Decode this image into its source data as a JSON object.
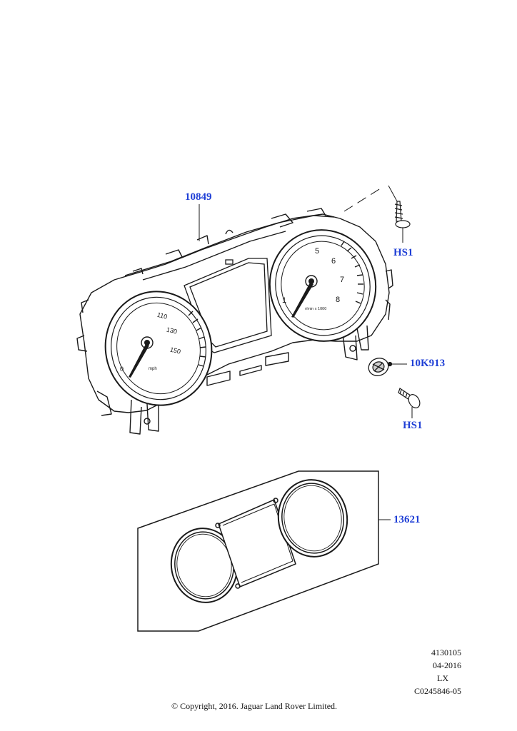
{
  "callouts": {
    "instrument_cluster": "10849",
    "screw_top": "HS1",
    "clip": "10K913",
    "screw_bottom": "HS1",
    "bezel": "13621"
  },
  "gauges": {
    "speedometer": {
      "ticks": [
        "0",
        "110",
        "130",
        "150"
      ],
      "unit": "mph"
    },
    "tachometer": {
      "ticks": [
        "1",
        "5",
        "6",
        "7",
        "8"
      ],
      "unit": "r/min x 1000"
    }
  },
  "metadata": {
    "ref": "4130105",
    "date": "04-2016",
    "market": "LX",
    "code": "C0245846-05"
  },
  "copyright": "© Copyright, 2016. Jaguar Land Rover Limited.",
  "colors": {
    "callout": "#1f3fd6",
    "line": "#1a1a1a"
  }
}
